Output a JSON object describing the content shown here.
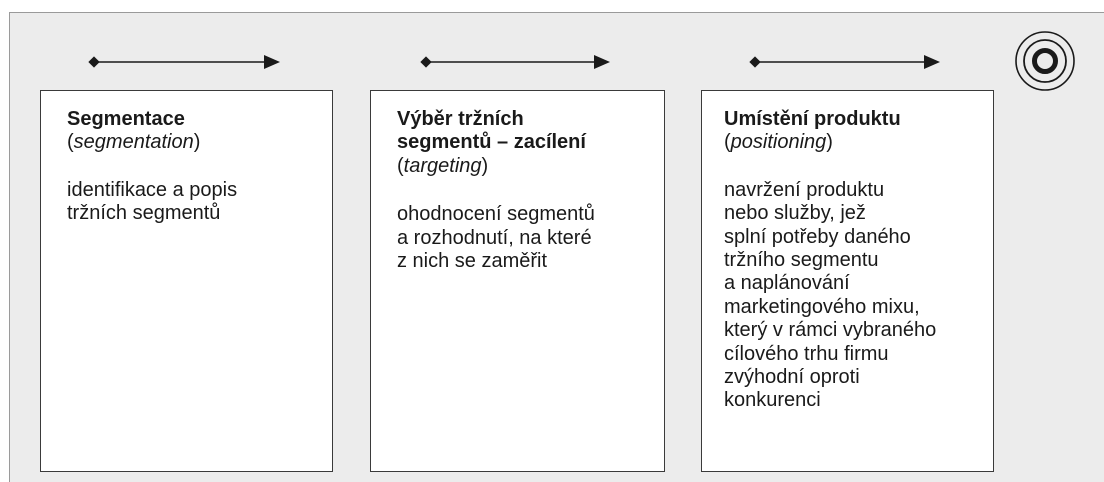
{
  "steps": [
    {
      "title": "Segmentace",
      "subtitle_prefix": "(",
      "subtitle_term": "segmentation",
      "subtitle_suffix": ")",
      "description": "identifikace a popis\ntržních segmentů"
    },
    {
      "title": "Výběr tržních\nsegmentů – zacílení",
      "subtitle_prefix": "(",
      "subtitle_term": "targeting",
      "subtitle_suffix": ")",
      "description": "ohodnocení segmentů\na rozhodnutí, na které\nz nich se zaměřit"
    },
    {
      "title": "Umístění produktu",
      "subtitle_prefix": "(",
      "subtitle_term": "positioning",
      "subtitle_suffix": ")",
      "description": "navržení produktu\nnebo služby, jež\nsplní potřeby daného\ntržního segmentu\na naplánování\nmarketingového mixu,\nkterý v rámci vybraného\ncílového trhu firmu\nzvýhodní oproti\nkonkurenci"
    }
  ],
  "colors": {
    "panel": "#ececec",
    "box": "#ffffff",
    "stroke": "#1a1a1a"
  },
  "icons": [
    "arrow-right-icon",
    "target-icon"
  ]
}
